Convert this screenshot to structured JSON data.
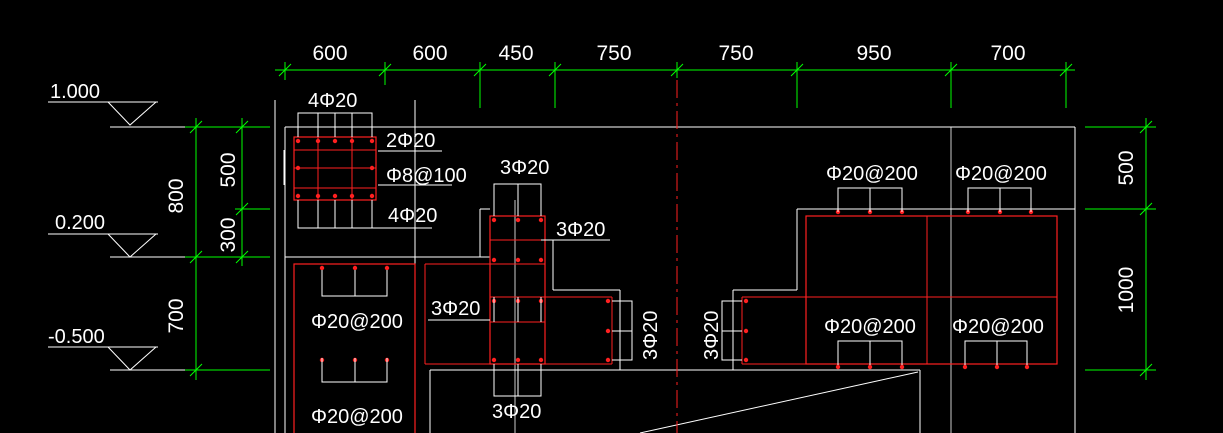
{
  "colors": {
    "background": "#000000",
    "dimension": "#00ff00",
    "outline": "#ffffff",
    "rebar": "#ff2020",
    "centerline": "#ff2020"
  },
  "top_dims": [
    "600",
    "600",
    "450",
    "750",
    "750",
    "950",
    "700"
  ],
  "levels": [
    "1.000",
    "0.200",
    "-0.500"
  ],
  "left_dims": {
    "total": "800",
    "upper": "500",
    "lower": "300",
    "bottom": "700"
  },
  "right_dims": {
    "upper": "500",
    "lower": "1000"
  },
  "labels": {
    "beam_top": "4Φ20",
    "beam_side": "2Φ20",
    "beam_stirrup": "Φ8@100",
    "beam_bottom": "4Φ20",
    "col_top": "3Φ20",
    "col_right": "3Φ20",
    "col_bottom_inner": "3Φ20",
    "col_bottom": "3Φ20",
    "vert_right": "3Φ20",
    "vert_left": "3Φ20",
    "slab_left_1": "Φ20@200",
    "slab_left_2": "Φ20@200",
    "slab_right_top_1": "Φ20@200",
    "slab_right_top_2": "Φ20@200",
    "slab_right_mid_1": "Φ20@200",
    "slab_right_mid_2": "Φ20@200"
  }
}
